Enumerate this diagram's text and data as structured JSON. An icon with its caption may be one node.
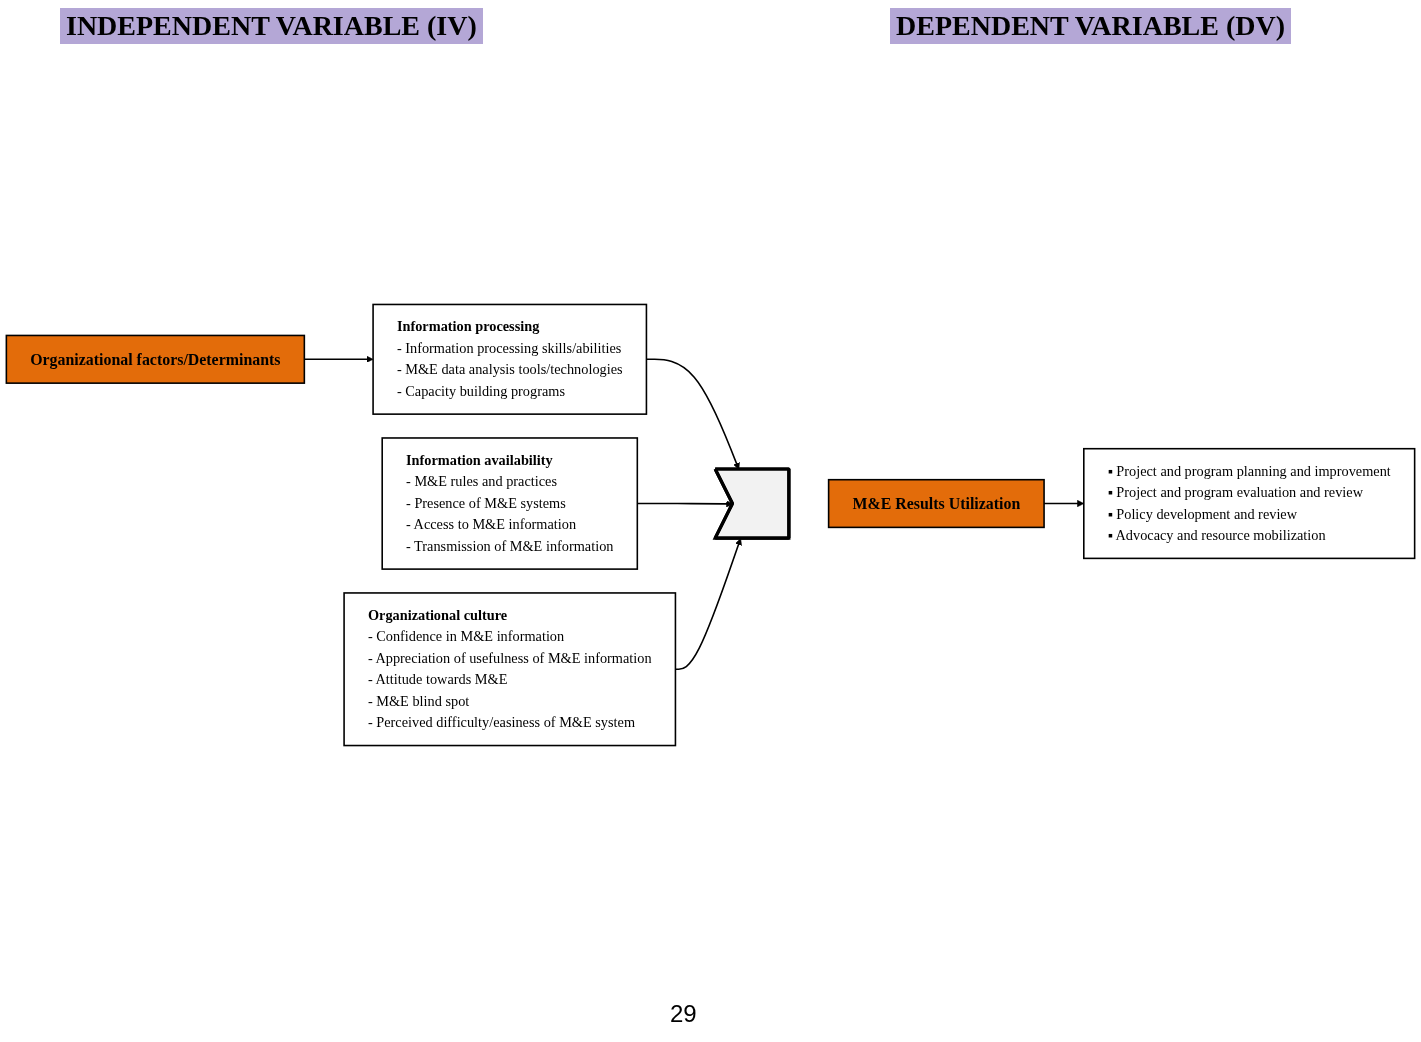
{
  "diagram": {
    "nodes": [
      {
        "text": [
          "Organizational factors/Determinants"
        ]
      },
      {
        "text": [
          "Information processing",
          "- Information processing skills/abilities",
          "- M&E data analysis tools/technologies",
          "- Capacity building programs"
        ]
      },
      {
        "text": [
          "Information availability",
          "- M&E rules and practices",
          "- Presence of M&E systems",
          "- Access to M&E information",
          "- Transmission of M&E information"
        ]
      },
      {
        "text": [
          "Organizational culture",
          "- Confidence in M&E information",
          "- Appreciation of usefulness of M&E information",
          "- Attitude towards M&E",
          "- M&E blind spot",
          "- Perceived difficulty/easiness of M&E system"
        ]
      },
      {
        "text": [
          "M&E Results Utilization"
        ]
      },
      {
        "text": [],
        "shape": "arrow"
      },
      {
        "text": [
          "▪ Project and program planning and improvement",
          "▪ Project and program evaluation and review",
          "▪ Policy development and review",
          "▪ Advocacy and resource mobilization"
        ]
      }
    ],
    "edges": [
      {
        "from": 0,
        "to": 1,
        "arrow": "to"
      },
      {
        "from": 1,
        "to": 5,
        "arrow": "to"
      },
      {
        "from": 2,
        "to": 5,
        "arrow": "to"
      },
      {
        "from": 3,
        "to": 5,
        "arrow": "to"
      },
      {
        "from": 4,
        "to": 6,
        "arrow": "to"
      }
    ],
    "labels": [
      "INDEPENDENT VARIABLE (IV)",
      "DEPENDENT VARIABLE (DV)",
      "29"
    ]
  }
}
